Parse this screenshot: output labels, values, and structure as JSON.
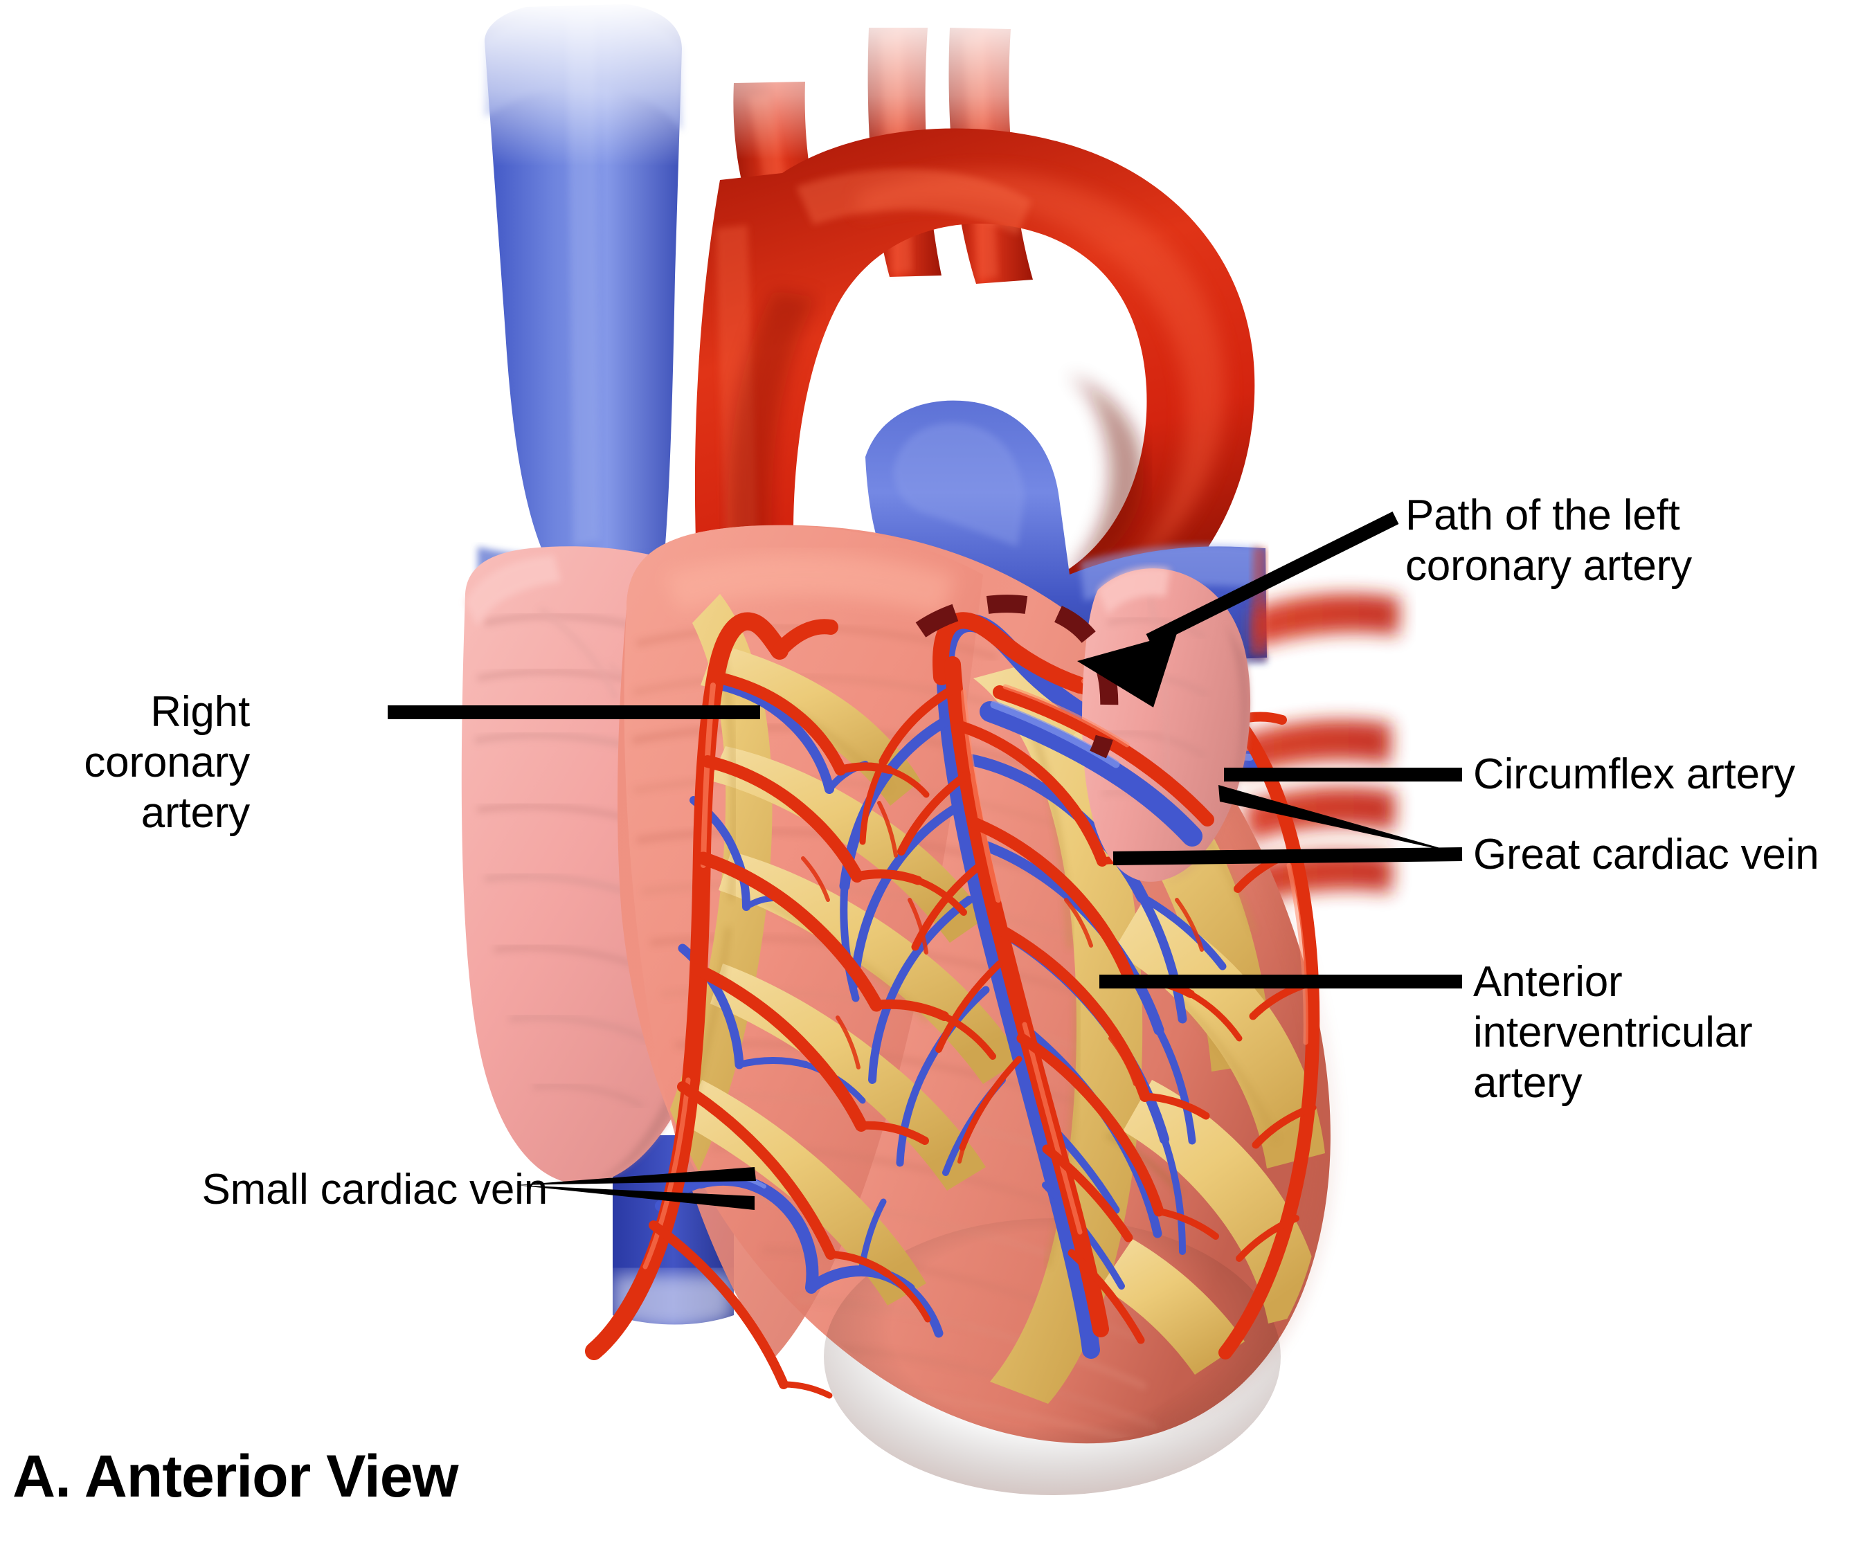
{
  "figure": {
    "caption": "A. Anterior View",
    "subject": "heart-coronary-circulation",
    "background_color": "#ffffff"
  },
  "labels": [
    {
      "id": "right-coronary-artery",
      "text": "Right coronary\nartery",
      "align": "right",
      "leader": "straight"
    },
    {
      "id": "path-of-left-coronary-artery",
      "text": "Path of the left\ncoronary artery",
      "align": "left",
      "leader": "arrow"
    },
    {
      "id": "circumflex-artery",
      "text": "Circumflex artery",
      "align": "left",
      "leader": "straight"
    },
    {
      "id": "great-cardiac-vein",
      "text": "Great cardiac vein",
      "align": "left",
      "leader": "double"
    },
    {
      "id": "anterior-interventricular-artery",
      "text": "Anterior\ninterventricular\nartery",
      "align": "left",
      "leader": "straight"
    },
    {
      "id": "small-cardiac-vein",
      "text": "Small cardiac vein",
      "align": "right",
      "leader": "double"
    }
  ],
  "palette": {
    "artery_red": "#e0300f",
    "aorta_red": "#cc1f10",
    "aorta_dark": "#9d1608",
    "vein_blue": "#4257cf",
    "vessel_blue": "#5a6fd0",
    "ivc_blue": "#2b3ba8",
    "atrium_pink": "#f4a6a6",
    "atrium_pink_dark": "#dd8c8c",
    "myocardium": "#ef9080",
    "myocardium_dark": "#d97566",
    "fat_yellow": "#eccb79",
    "fat_yellow_dark": "#d2ab55",
    "dashed_path": "#6d1212",
    "leader_black": "#000000"
  },
  "structures": [
    {
      "id": "superior-vena-cava",
      "color": "#5a6fd0"
    },
    {
      "id": "aortic-arch",
      "color": "#cc1f10"
    },
    {
      "id": "brachiocephalic-trunk",
      "color": "#cc1f10"
    },
    {
      "id": "left-common-carotid-artery",
      "color": "#cc1f10"
    },
    {
      "id": "left-subclavian-artery",
      "color": "#cc1f10"
    },
    {
      "id": "pulmonary-trunk",
      "color": "#5a6fd0"
    },
    {
      "id": "right-atrium",
      "color": "#f4a6a6"
    },
    {
      "id": "right-ventricle",
      "color": "#ef9080"
    },
    {
      "id": "left-ventricle",
      "color": "#ef9080"
    },
    {
      "id": "left-atrial-appendage",
      "color": "#f4a6a6"
    },
    {
      "id": "pulmonary-veins",
      "color": "#cc1f10"
    },
    {
      "id": "inferior-vena-cava",
      "color": "#2b3ba8"
    },
    {
      "id": "epicardial-fat",
      "color": "#eccb79"
    }
  ]
}
